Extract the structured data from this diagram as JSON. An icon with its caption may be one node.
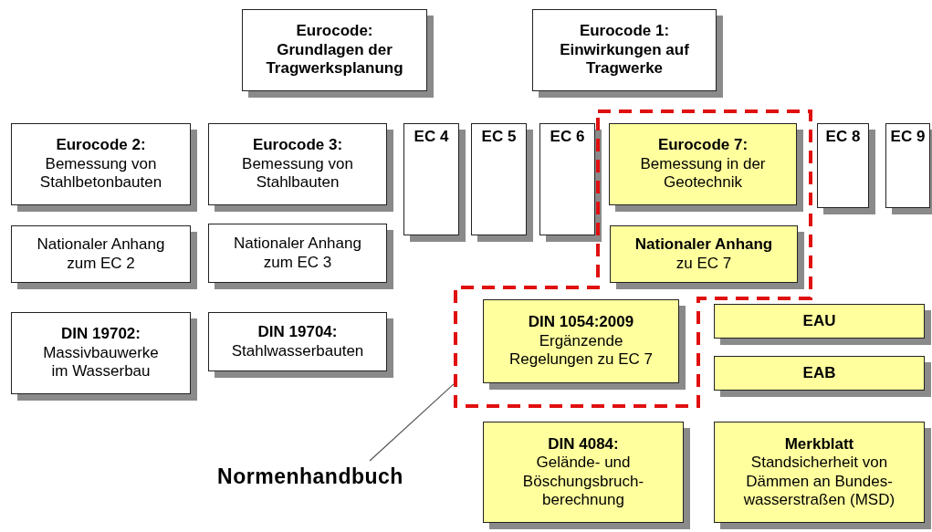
{
  "diagram": {
    "nodes": [
      {
        "text": [
          "Eurocode:",
          "Grundlagen der Tragwerksplanung"
        ]
      },
      {
        "text": [
          "Eurocode 1:",
          "Einwirkungen auf Tragwerke"
        ]
      },
      {
        "text": [
          "Eurocode 2:",
          "Bemessung von Stahlbetonbauten"
        ]
      },
      {
        "text": [
          "Eurocode 3:",
          "Bemessung von Stahlbauten"
        ]
      },
      {
        "text": [
          "EC 4"
        ]
      },
      {
        "text": [
          "EC 5"
        ]
      },
      {
        "text": [
          "EC 6"
        ]
      },
      {
        "text": [],
        "shape": "box"
      },
      {
        "text": [
          "Eurocode 7:",
          "Bemessung in der Geotechnik"
        ],
        "in": 7
      },
      {
        "text": [
          "EC 8"
        ]
      },
      {
        "text": [
          "EC 9"
        ]
      },
      {
        "text": [
          "Nationaler Anhang zum EC 2"
        ]
      },
      {
        "text": [
          "Nationaler Anhang zum EC 3"
        ]
      },
      {
        "text": [
          "Nationaler Anhang",
          "zu EC 7"
        ],
        "in": 7
      },
      {
        "text": [
          "DIN 19702:",
          "Massivbauwerke im Wasserbau"
        ]
      },
      {
        "text": [
          "DIN 19704:",
          "Stahlwasserbauten"
        ]
      },
      {
        "text": [
          "DIN 1054:2009",
          "Ergänzende Regelungen zu EC 7"
        ],
        "in": 7
      },
      {
        "text": [
          "EAU"
        ]
      },
      {
        "text": [
          "EAB"
        ]
      },
      {
        "text": [
          "DIN 4084:",
          "Gelände- und Böschungsbruch- berechnung"
        ]
      },
      {
        "text": [
          "Merkblatt",
          "Standsicherheit von Dämmen an Bundes- wasserstraßen (MSD)"
        ]
      },
      {
        "text": [
          "Normenhandbuch"
        ]
      }
    ],
    "edges": [
      {
        "from": 21,
        "to": 7,
        "arrow": "none"
      }
    ]
  }
}
